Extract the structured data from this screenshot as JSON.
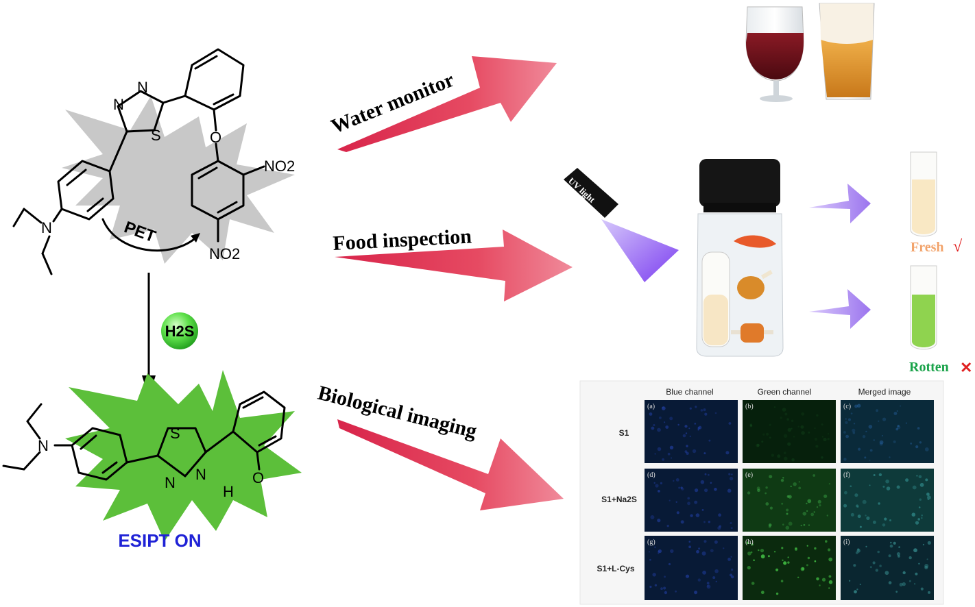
{
  "mechanism": {
    "pet_label": "PET",
    "esipt_label": "ESIPT ON",
    "h2s_label": "H2S",
    "atoms": {
      "n": "N",
      "s": "S",
      "o": "O",
      "h": "H",
      "no2": "NO2"
    }
  },
  "applications": [
    {
      "label": "Water monitor"
    },
    {
      "label": "Food inspection"
    },
    {
      "label": "Biological imaging"
    }
  ],
  "uv_light_label": "UV light",
  "food_results": {
    "fresh": {
      "label": "Fresh",
      "mark": "√"
    },
    "rotten": {
      "label": "Rotten",
      "mark": "✕"
    }
  },
  "imaging_panel": {
    "columns": [
      "Blue channel",
      "Green channel",
      "Merged image"
    ],
    "rows": [
      "S1",
      "S1+Na2S",
      "S1+L-Cys"
    ],
    "cells": [
      "(a)",
      "(b)",
      "(c)",
      "(d)",
      "(e)",
      "(f)",
      "(g)",
      "(h)",
      "(i)"
    ]
  },
  "colors": {
    "arrow_red": "#e0405a",
    "arrow_purple": "#a98bf0",
    "burst_grey": "#c8c8c8",
    "burst_green": "#5cbf3a",
    "esipt_blue": "#1f22d6",
    "fresh_orange": "#f2a36b",
    "rotten_green": "#1aa34a",
    "rotten_mark_red": "#e02020",
    "fresh_mark_red": "#e02020"
  }
}
